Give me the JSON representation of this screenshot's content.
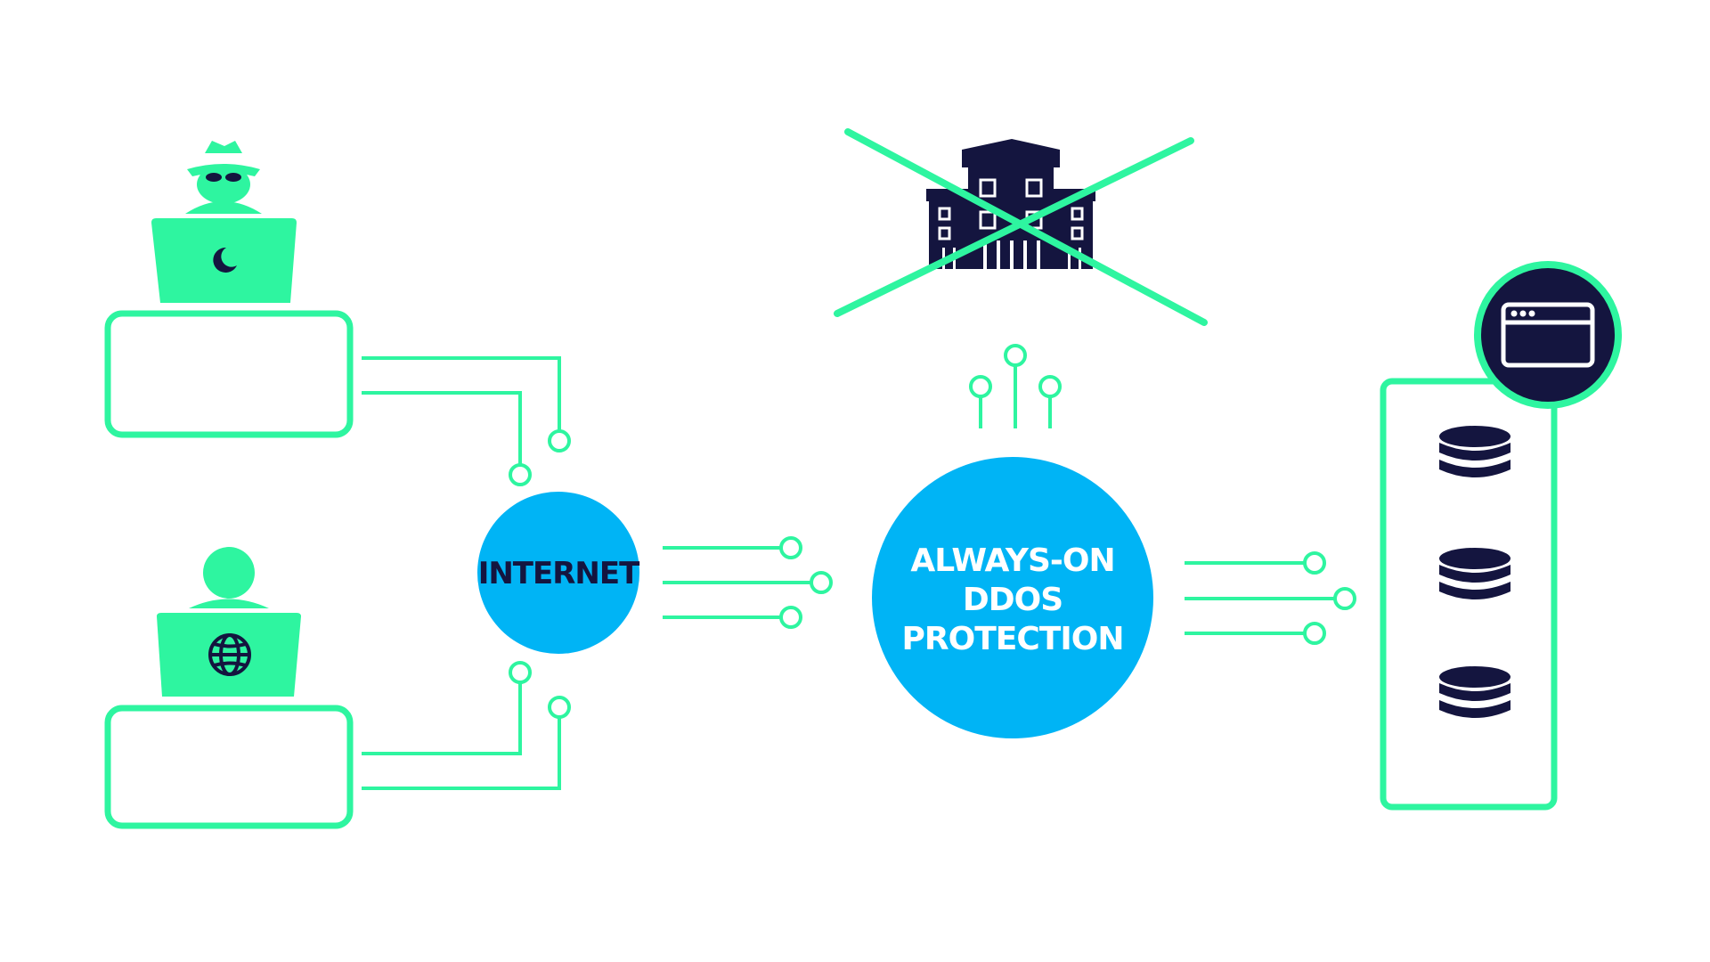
{
  "colors": {
    "green": "#2ef5a0",
    "blue": "#00b4f5",
    "navy": "#14153f",
    "white": "#ffffff"
  },
  "labels": {
    "internet": "INTERNET",
    "protection_line1": "ALWAYS-ON",
    "protection_line2": "DDOS",
    "protection_line3": "PROTECTION"
  },
  "icons": {
    "attacker": "hacker-with-hat-icon",
    "legit_user": "user-icon",
    "attacker_laptop_mark": "moon-icon",
    "user_laptop_mark": "globe-icon",
    "building": "building-icon",
    "cross": "cross-out-icon",
    "browser": "browser-window-icon",
    "database": "database-icon"
  }
}
